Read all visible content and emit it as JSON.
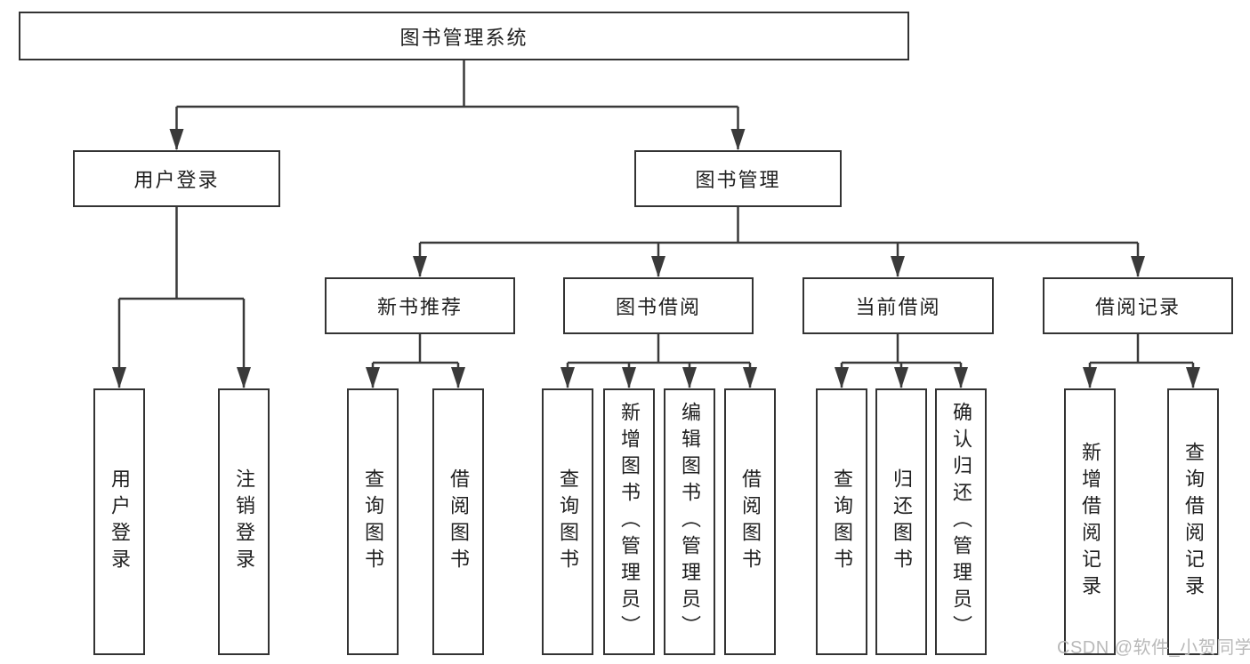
{
  "diagram": {
    "title": "图书管理系统",
    "root": {
      "label": "图书管理系统"
    },
    "level1": [
      {
        "label": "用户登录"
      },
      {
        "label": "图书管理"
      }
    ],
    "level2": [
      {
        "label": "新书推荐"
      },
      {
        "label": "图书借阅"
      },
      {
        "label": "当前借阅"
      },
      {
        "label": "借阅记录"
      }
    ],
    "leaves": [
      {
        "label": "用户登录"
      },
      {
        "label": "注销登录"
      },
      {
        "label": "查询图书"
      },
      {
        "label": "借阅图书"
      },
      {
        "label": "查询图书"
      },
      {
        "label": "新增图书（管理员）"
      },
      {
        "label": "编辑图书（管理员）"
      },
      {
        "label": "借阅图书"
      },
      {
        "label": "查询图书"
      },
      {
        "label": "归还图书"
      },
      {
        "label": "确认归还（管理员）"
      },
      {
        "label": "新增借阅记录"
      },
      {
        "label": "查询借阅记录"
      }
    ]
  },
  "watermark": {
    "text": "CSDN @软件_小贺同学"
  },
  "colors": {
    "line": "#3a3a3a",
    "box_border": "#333333",
    "text": "#1f1f1f",
    "watermark": "#b9b9b9",
    "background": "#ffffff"
  }
}
